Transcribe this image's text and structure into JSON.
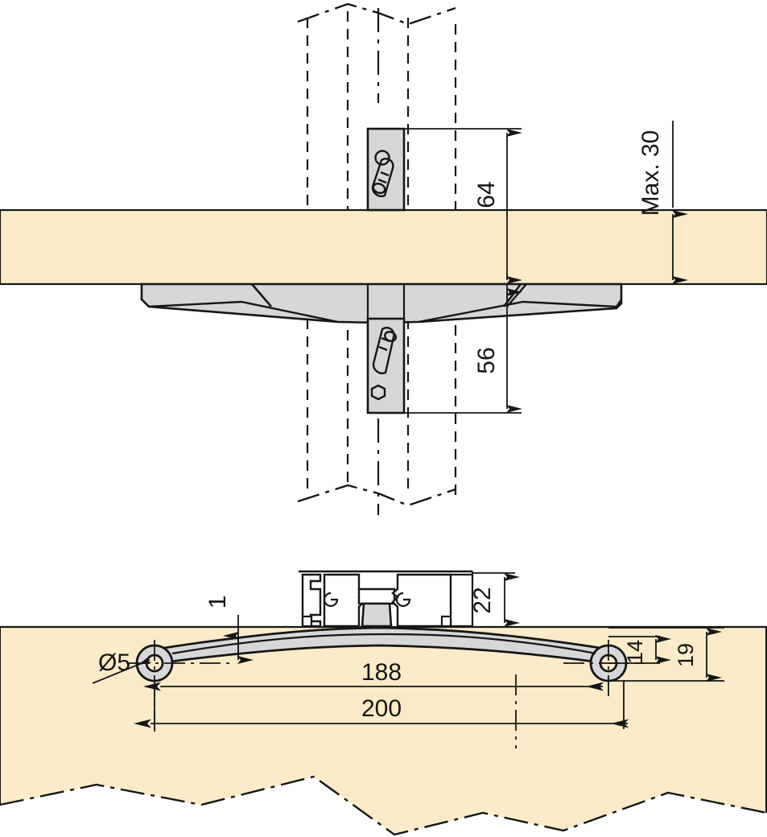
{
  "drawing": {
    "title": "Technical assembly drawing - folding shelf bracket / handrail bracket",
    "type": "engineering-line-drawing",
    "units": "mm",
    "views": [
      {
        "name": "elevation-section-top",
        "description": "Vertical section through board and post showing bracket mounting plates above and below the board"
      },
      {
        "name": "plan-section-bottom",
        "description": "Section through aluminium profile and curved bracket arm with two Ø5 fixing eyes"
      }
    ]
  },
  "colors": {
    "wood_fill": "#FBEBC9",
    "wood_fill_light": "#FCEFD5",
    "metal_fill": "#D7D7D9",
    "metal_fill_dark": "#C9C9CB",
    "profile_fill": "#FFFFFF",
    "line": "#161616",
    "background": "#FFFFFF"
  },
  "dimensions": {
    "above_board": {
      "label": "64",
      "value": 64
    },
    "below_board": {
      "label": "56",
      "value": 56
    },
    "board_thickness": {
      "label": "Max. 30",
      "value": 30
    },
    "profile_height": {
      "label": "22",
      "value": 22
    },
    "gap_top": {
      "label": "1",
      "value": 1
    },
    "hole_height": {
      "label": "14",
      "value": 14
    },
    "overall_height": {
      "label": "19",
      "value": 19
    },
    "hole_centres": {
      "label": "188",
      "value": 188
    },
    "overall_length": {
      "label": "200",
      "value": 200
    },
    "hole_diameter": {
      "label": "Ø5",
      "value": 5
    }
  },
  "labels": [
    "64",
    "Max. 30",
    "56",
    "22",
    "1",
    "14",
    "19",
    "Ø5",
    "188",
    "200"
  ],
  "chart_data": {
    "type": "table",
    "title": "Bracket dimensions",
    "categories": [
      "64",
      "56",
      "Max. 30",
      "22",
      "1",
      "14",
      "19",
      "Ø5",
      "188",
      "200"
    ],
    "values": [
      64,
      56,
      30,
      22,
      1,
      14,
      19,
      5,
      188,
      200
    ]
  }
}
